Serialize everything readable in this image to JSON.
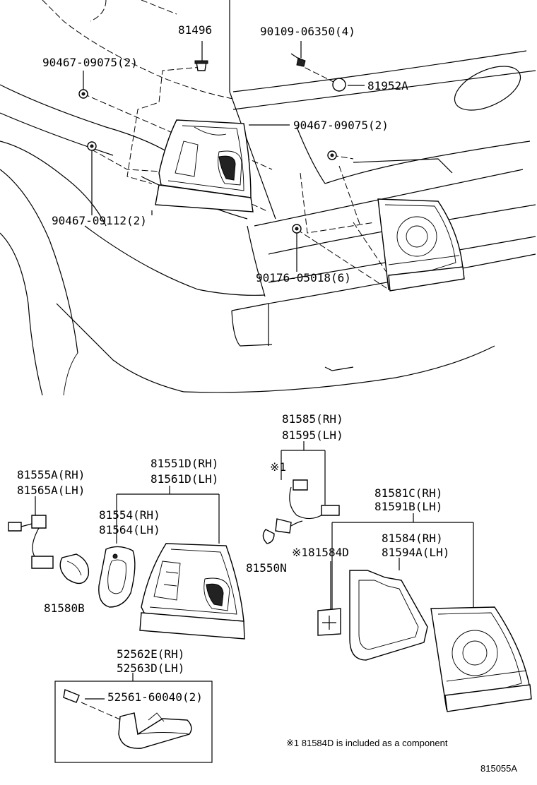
{
  "top_labels": {
    "clip_top": "81496",
    "screw_top": "90109-06350(4)",
    "cap": "81952A",
    "nut_left_upper": "90467-09075(2)",
    "nut_right": "90467-09075(2)",
    "nut_left_lower": "90467-09112(2)",
    "nut_bottom": "90176-05018(6)"
  },
  "bottom_labels": {
    "socket_rh": "81585(RH)",
    "socket_lh": "81595(LH)",
    "note_mark": "※1",
    "wire_rh": "81555A(RH)",
    "wire_lh": "81565A(LH)",
    "lamp_rh": "81551D(RH)",
    "lamp_lh": "81561D(LH)",
    "gasket_rh": "81554(RH)",
    "gasket_lh": "81564(LH)",
    "bulb_small": "81580B",
    "bulb_large": "81550N",
    "inner_lamp_rh": "81581C(RH)",
    "inner_lamp_lh": "81591B(LH)",
    "inner_gasket_rh": "81584(RH)",
    "inner_gasket_lh": "81594A(LH)",
    "pad": "※181584D",
    "reflector_rh": "52562E(RH)",
    "reflector_lh": "52563D(LH)",
    "reflector_screw": "52561-60040(2)"
  },
  "footnote": "※1  81584D is included as a  component",
  "diagram_ref": "815055A"
}
